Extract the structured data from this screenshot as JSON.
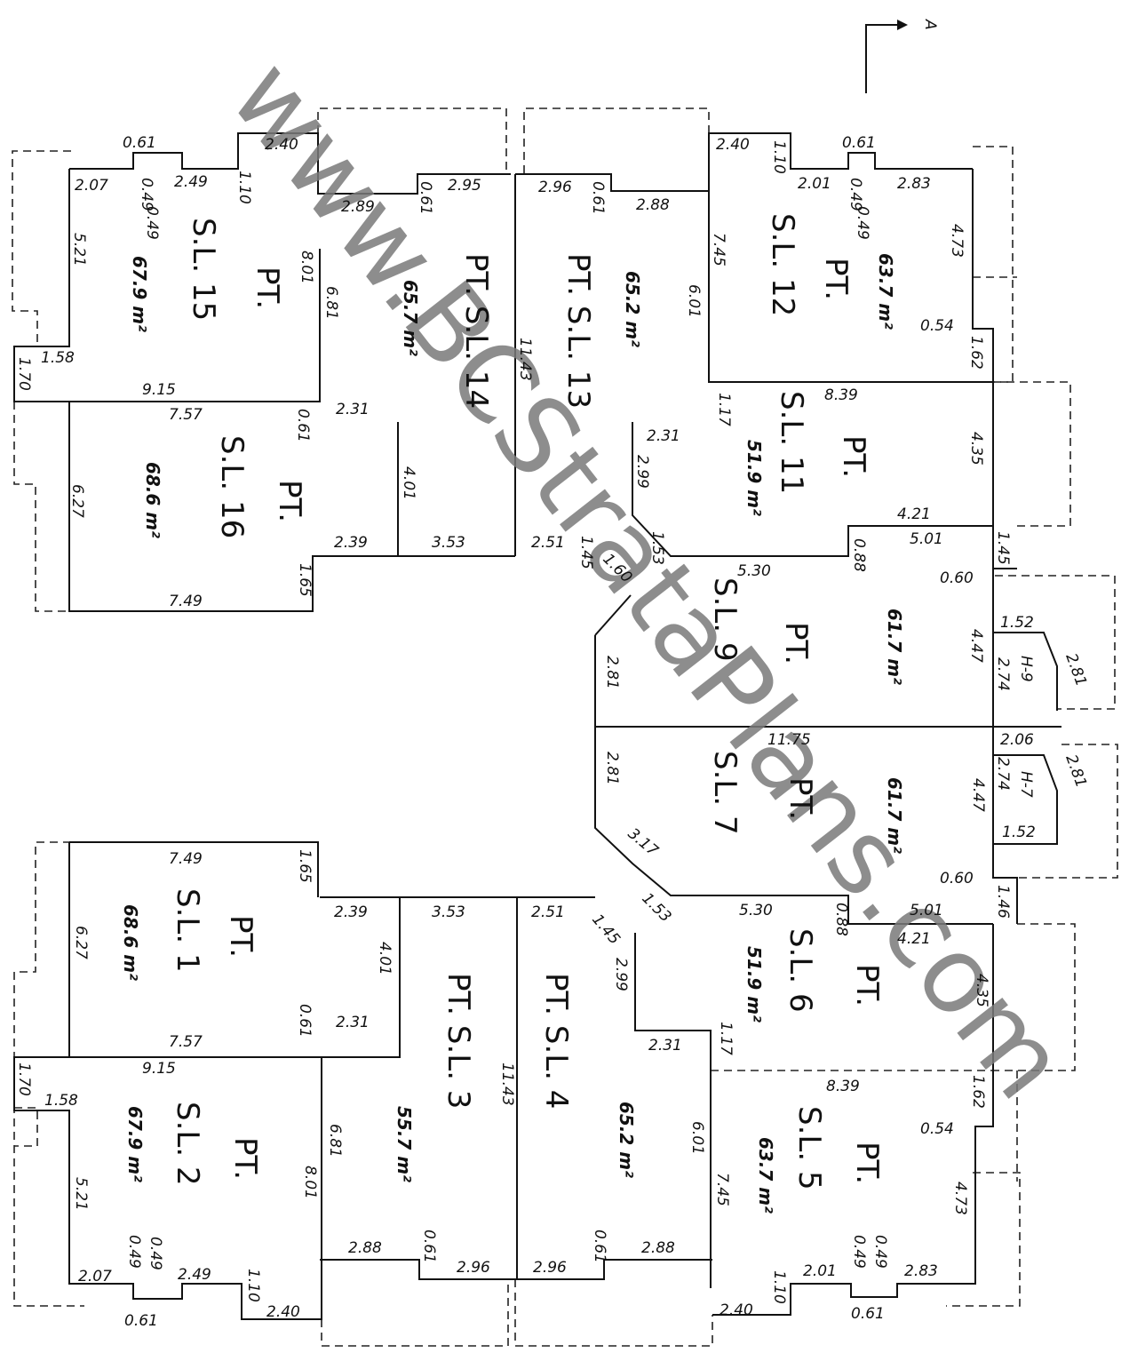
{
  "section_marker": "A",
  "watermark": "www.BCStrataPlans.com",
  "lots": {
    "sl15": {
      "pt": "PT.",
      "name": "S.L. 15",
      "area": "67.9 m²"
    },
    "sl16": {
      "pt": "PT.",
      "name": "S.L. 16",
      "area": "68.6 m²"
    },
    "sl14": {
      "pt": "PT.",
      "name": "S.L. 14",
      "area": "65.7 m²"
    },
    "sl13": {
      "pt": "PT.",
      "name": "S.L. 13",
      "area": "65.2 m²"
    },
    "sl12": {
      "pt": "PT.",
      "name": "S.L. 12",
      "area": "63.7 m²"
    },
    "sl11": {
      "pt": "PT.",
      "name": "S.L. 11",
      "area": "51.9 m²"
    },
    "sl9": {
      "pt": "PT.",
      "name": "S.L. 9",
      "area": "61.7 m²"
    },
    "sl7": {
      "pt": "PT.",
      "name": "S.L. 7",
      "area": "61.7 m²"
    },
    "sl6": {
      "pt": "PT.",
      "name": "S.L. 6",
      "area": "51.9 m²"
    },
    "sl1": {
      "pt": "PT.",
      "name": "S.L. 1",
      "area": "68.6 m²"
    },
    "sl2": {
      "pt": "PT.",
      "name": "S.L. 2",
      "area": "67.9 m²"
    },
    "sl3": {
      "pt": "PT.",
      "name": "S.L. 3",
      "area": "55.7 m²"
    },
    "sl4": {
      "pt": "PT.",
      "name": "S.L. 4",
      "area": "65.2 m²"
    },
    "sl5": {
      "pt": "PT.",
      "name": "S.L. 5",
      "area": "63.7 m²"
    }
  },
  "limited_common": {
    "h9": "H-9",
    "h7": "H-7"
  },
  "dims": {
    "d061a": "0.61",
    "d207a": "2.07",
    "d049a": "0.49",
    "d049b": "0.49",
    "d249a": "2.49",
    "d110a": "1.10",
    "d240a": "2.40",
    "d521a": "5.21",
    "d801a": "8.01",
    "d681a": "6.81",
    "d158a": "1.58",
    "d170a": "1.70",
    "d915a": "9.15",
    "d757a": "7.57",
    "d061b": "0.61",
    "d231a": "2.31",
    "d627a": "6.27",
    "d401a": "4.01",
    "d239a": "2.39",
    "d353a": "3.53",
    "d749a": "7.49",
    "d165a": "1.65",
    "d289a": "2.89",
    "d295a": "2.95",
    "d061c": "0.61",
    "d296a": "2.96",
    "d061d": "0.61",
    "d288a": "2.88",
    "d1143a": "11.43",
    "d251a": "2.51",
    "d601a": "6.01",
    "d745a": "7.45",
    "d240b": "2.40",
    "d110b": "1.10",
    "d061e": "0.61",
    "d201a": "2.01",
    "d049c": "0.49",
    "d049d": "0.49",
    "d283a": "2.83",
    "d473a": "4.73",
    "d054a": "0.54",
    "d162a": "1.62",
    "d839a": "8.39",
    "d117a": "1.17",
    "d231b": "2.31",
    "d299a": "2.99",
    "d435a": "4.35",
    "d421a": "4.21",
    "d501a": "5.01",
    "d145a": "1.45",
    "d530a": "5.30",
    "d088a": "0.88",
    "d060a": "0.60",
    "d160a": "1.60",
    "d145b": "1.45",
    "d153a": "1.53",
    "d317a": "3.17",
    "d281a": "2.81",
    "d447a": "4.47",
    "d152a": "1.52",
    "d274a": "2.74",
    "d281b": "2.81",
    "d1175a": "11.75",
    "d206a": "2.06",
    "d281c": "2.81",
    "d274b": "2.74",
    "d447b": "4.47",
    "d281d": "2.81",
    "d152b": "1.52",
    "d060b": "0.60",
    "d146a": "1.46",
    "d749b": "7.49",
    "d165b": "1.65",
    "d239b": "2.39",
    "d401b": "4.01",
    "d627b": "6.27",
    "d061f": "0.61",
    "d231c": "2.31",
    "d757b": "7.57",
    "d915b": "9.15",
    "d170b": "1.70",
    "d158b": "1.58",
    "d681b": "6.81",
    "d801b": "8.01",
    "d521b": "5.21",
    "d353b": "3.53",
    "d251b": "2.51",
    "d145c": "1.45",
    "d299b": "2.99",
    "d1143b": "11.43",
    "d153b": "1.53",
    "d530b": "5.30",
    "d088b": "0.88",
    "d501b": "5.01",
    "d421b": "4.21",
    "d435b": "4.35",
    "d231d": "2.31",
    "d117b": "1.17",
    "d839b": "8.39",
    "d162b": "1.62",
    "d054b": "0.54",
    "d473b": "4.73",
    "d601b": "6.01",
    "d745b": "7.45",
    "d288b": "2.88",
    "d061g": "0.61",
    "d296b": "2.96",
    "d296c": "2.96",
    "d061h": "0.61",
    "d288c": "2.88",
    "d207b": "2.07",
    "d049e": "0.49",
    "d049f": "0.49",
    "d249b": "2.49",
    "d110c": "1.10",
    "d240c": "2.40",
    "d061i": "0.61",
    "d240d": "2.40",
    "d110d": "1.10",
    "d201b": "2.01",
    "d049g": "0.49",
    "d049h": "0.49",
    "d283b": "2.83",
    "d061j": "0.61"
  }
}
